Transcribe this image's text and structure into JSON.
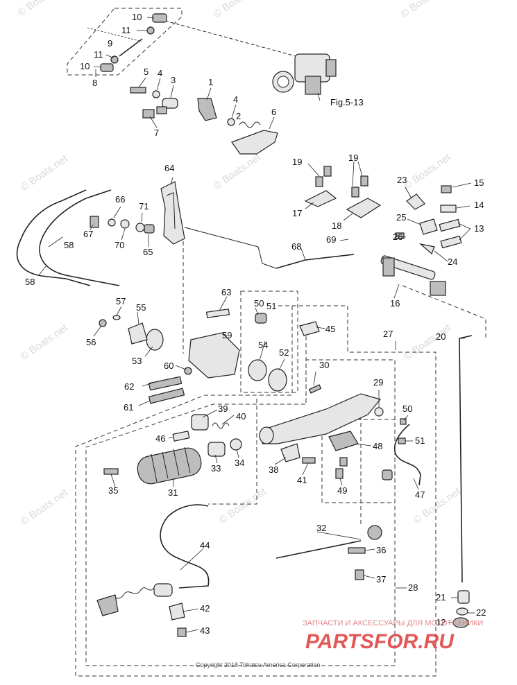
{
  "watermark_text": "© Boats.net",
  "figure_reference": "Fig.5-13",
  "copyright": "Copyright 2018 Tohatsu America Corporation",
  "brand": {
    "tagline": "ЗАПЧАСТИ И АКСЕССУАРЫ ДЛЯ МОТОТЕХНИКИ",
    "name": "PARTSFOR.RU",
    "color": "#e03a3a"
  },
  "part_numbers": [
    "1",
    "2",
    "3",
    "4",
    "5",
    "6",
    "7",
    "8",
    "9",
    "10",
    "11",
    "12",
    "13",
    "14",
    "15",
    "16",
    "17",
    "18",
    "19",
    "20",
    "21",
    "22",
    "23",
    "24",
    "25",
    "26",
    "27",
    "28",
    "29",
    "30",
    "31",
    "32",
    "33",
    "34",
    "35",
    "36",
    "37",
    "38",
    "39",
    "40",
    "41",
    "42",
    "43",
    "44",
    "45",
    "46",
    "47",
    "48",
    "49",
    "50",
    "51",
    "52",
    "53",
    "54",
    "55",
    "56",
    "57",
    "58",
    "59",
    "60",
    "61",
    "62",
    "63",
    "64",
    "65",
    "66",
    "67",
    "68",
    "69",
    "70",
    "71"
  ]
}
